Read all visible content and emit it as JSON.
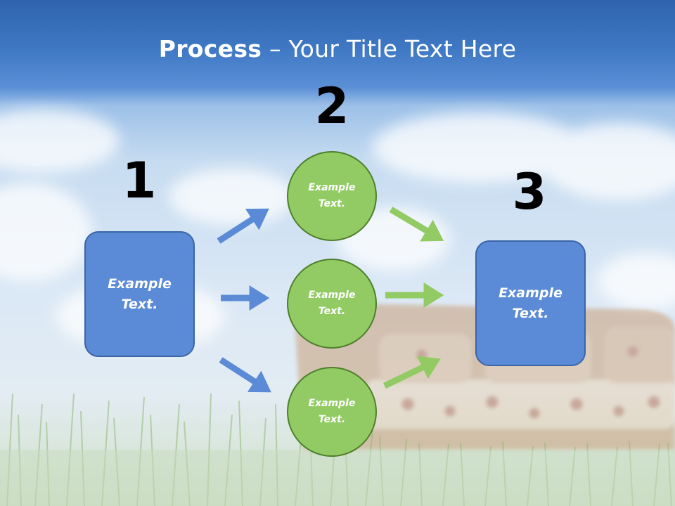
{
  "title": {
    "bold": "Process",
    "rest": " – Your Title Text Here"
  },
  "steps": [
    {
      "number": "1",
      "label_line1": "Example",
      "label_line2": "Text."
    },
    {
      "number": "2"
    },
    {
      "number": "3",
      "label_line1": "Example",
      "label_line2": "Text."
    }
  ],
  "circles": [
    {
      "label_line1": "Example",
      "label_line2": "Text."
    },
    {
      "label_line1": "Example",
      "label_line2": "Text."
    },
    {
      "label_line1": "Example",
      "label_line2": "Text."
    }
  ],
  "colors": {
    "box_fill": "#5b8bd6",
    "box_border": "#3c65a8",
    "circle_fill": "#92cb63",
    "circle_border": "#4e7f2c",
    "blue_arrow": "#5b8bd6",
    "green_arrow": "#92cb63"
  }
}
